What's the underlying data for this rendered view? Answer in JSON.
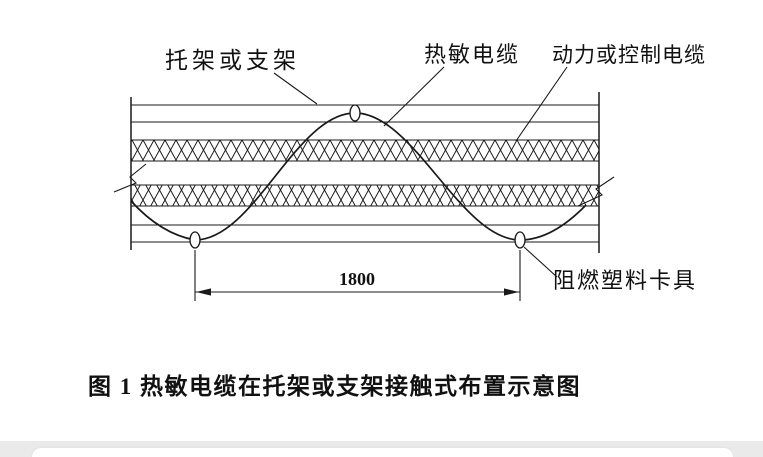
{
  "figure": {
    "labels": {
      "bracket": "托架或支架",
      "sensor_cable": "热敏电缆",
      "power_cable": "动力或控制电缆",
      "clamp": "阻燃塑料卡具"
    },
    "dimension": "1800",
    "caption": "图 1  热敏电缆在托架或支架接触式布置示意图",
    "line_color": "#1a1a1a"
  }
}
